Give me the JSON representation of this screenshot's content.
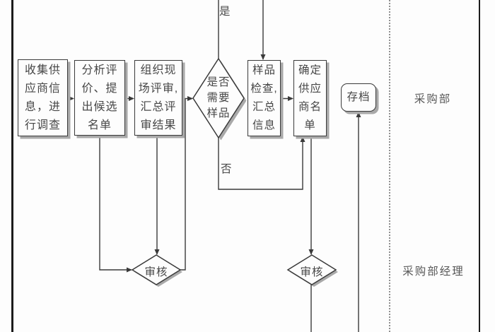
{
  "flowchart": {
    "nodes": {
      "collect": {
        "text": "收集供\n应商信\n息，进\n行调查"
      },
      "analyze": {
        "text": "分析评\n价、提\n出候选\n名单"
      },
      "organize": {
        "text": "组织现\n场评审,\n汇总评\n审结果"
      },
      "need_sample": {
        "text": "是否\n需要\n样品"
      },
      "sample_check": {
        "text": "样品\n检查,\n汇总\n信息"
      },
      "confirm_list": {
        "text": "确定\n供应\n商名\n单"
      },
      "archive": {
        "text": "存档"
      },
      "review1": {
        "text": "审核"
      },
      "review2": {
        "text": "审核"
      }
    },
    "edge_labels": {
      "yes": "是",
      "no": "否"
    },
    "lanes": [
      {
        "label": "采购部"
      },
      {
        "label": "采购部经理"
      }
    ],
    "colors": {
      "line": "#3a3a3a",
      "node_fill": "#fdfdfd",
      "shadow": "#a9a9a9",
      "background": "#fdfdfd",
      "border_bars": "#1c1c1c"
    }
  }
}
